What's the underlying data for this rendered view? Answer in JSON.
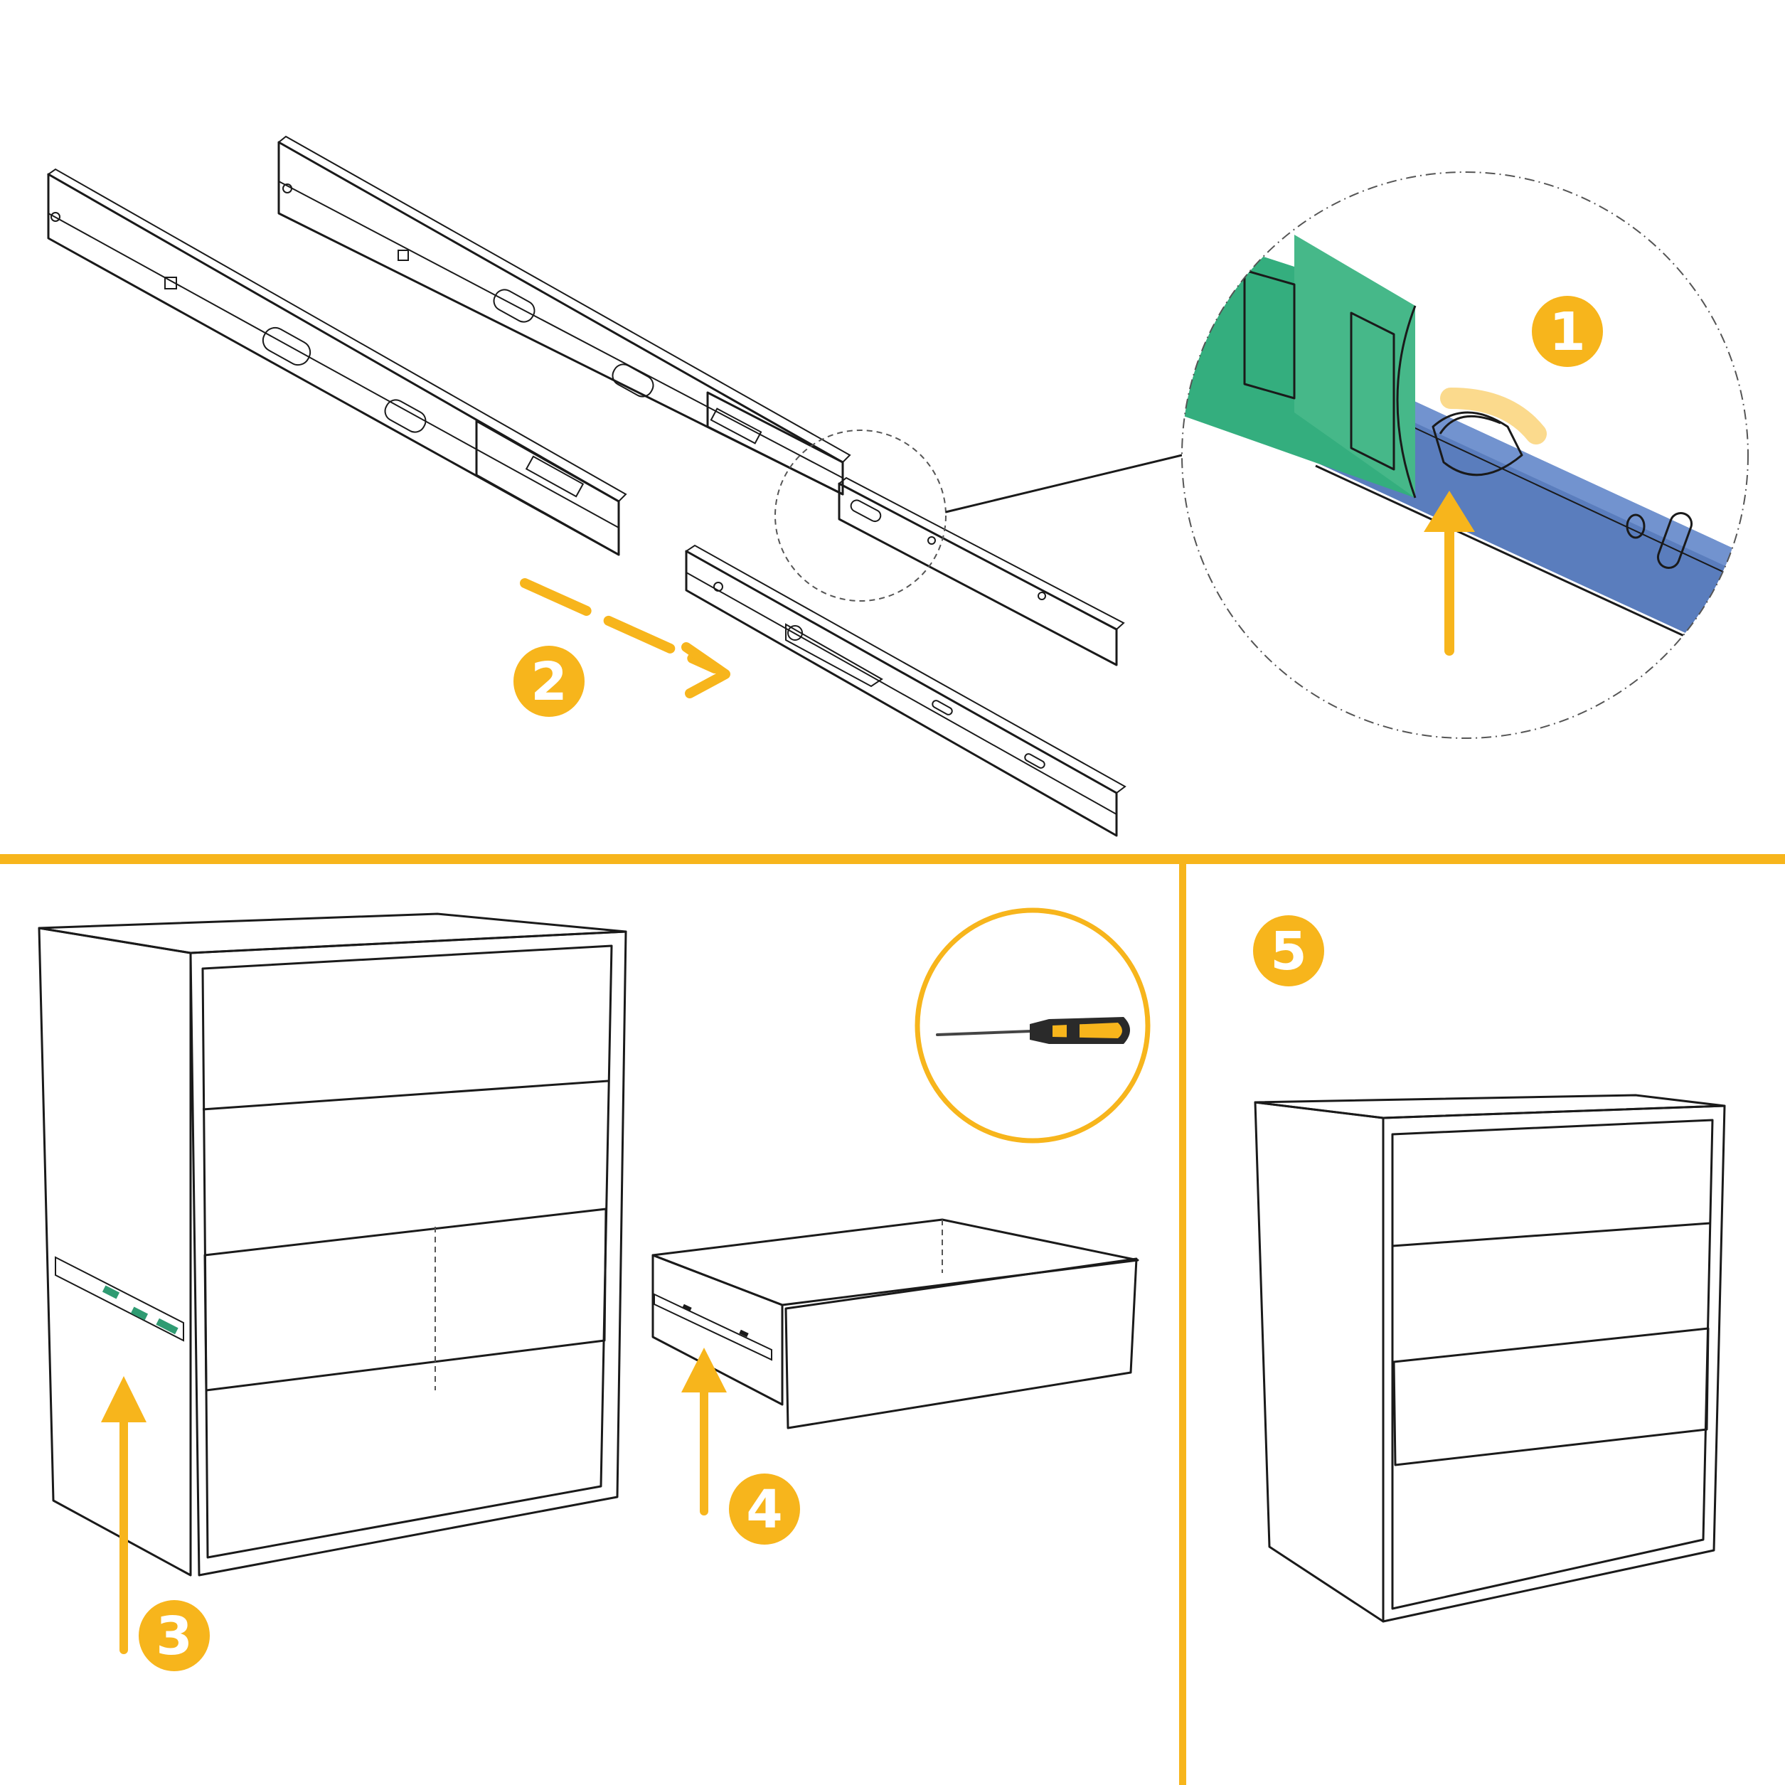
{
  "colors": {
    "accent": "#F7B51C",
    "rail_green": "#5CC59A",
    "rail_green_dark": "#34AE7E",
    "rail_blue": "#5A7DBD",
    "side_panel": "#E6F1EA",
    "drawer_side": "#DCE3F2",
    "recess": "#DEDEDE",
    "outline": "#1a1a1a"
  },
  "steps": [
    {
      "id": "1",
      "label": "1"
    },
    {
      "id": "2",
      "label": "2"
    },
    {
      "id": "3",
      "label": "3"
    },
    {
      "id": "4",
      "label": "4"
    },
    {
      "id": "5",
      "label": "5"
    }
  ],
  "icons": {
    "tool": "screwdriver-icon",
    "zoom": "magnifier-detail-circle"
  }
}
